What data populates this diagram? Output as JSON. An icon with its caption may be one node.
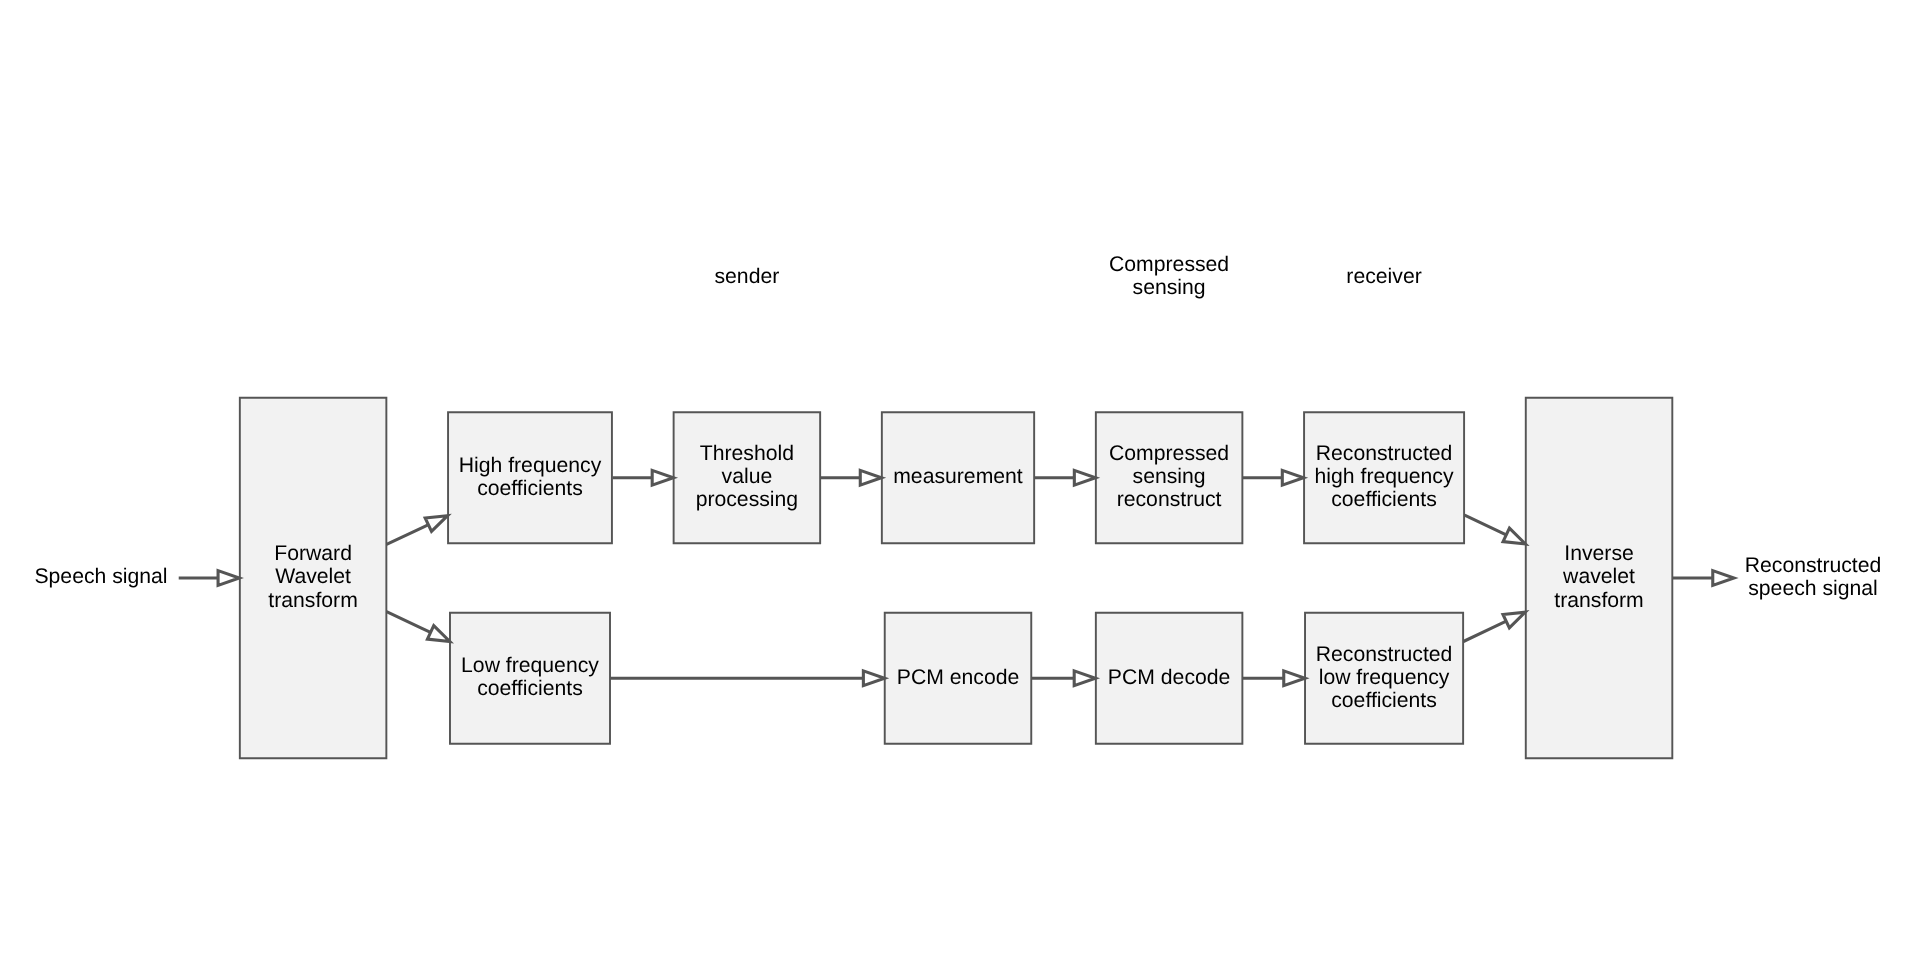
{
  "diagram": {
    "nodes": [
      {
        "text": [
          "Forward Wavelet transform"
        ]
      },
      {
        "text": [
          "High frequency coefficients"
        ]
      },
      {
        "text": [
          "Threshold value processing"
        ]
      },
      {
        "text": [
          "measurement"
        ]
      },
      {
        "text": [
          "Compressed sensing reconstruct"
        ]
      },
      {
        "text": [
          "Reconstructed high frequency coefficients"
        ]
      },
      {
        "text": [
          "Inverse wavelet transform"
        ]
      },
      {
        "text": [
          "Low frequency coefficients"
        ]
      },
      {
        "text": [
          "PCM encode"
        ]
      },
      {
        "text": [
          "PCM decode"
        ]
      },
      {
        "text": [
          "Reconstructed low frequency coefficients"
        ]
      },
      {
        "text": [
          "Speech signal"
        ]
      },
      {
        "text": [
          "Reconstructed speech signal"
        ]
      }
    ],
    "edges": [
      {
        "from": 11,
        "to": 0,
        "arrow": "to"
      },
      {
        "from": 0,
        "to": 1,
        "arrow": "to"
      },
      {
        "from": 1,
        "to": 2,
        "arrow": "to"
      },
      {
        "from": 2,
        "to": 3,
        "arrow": "to"
      },
      {
        "from": 3,
        "to": 4,
        "arrow": "to"
      },
      {
        "from": 4,
        "to": 5,
        "arrow": "to"
      },
      {
        "from": 5,
        "to": 6,
        "arrow": "to"
      },
      {
        "from": 0,
        "to": 7,
        "arrow": "to"
      },
      {
        "from": 7,
        "to": 8,
        "arrow": "to"
      },
      {
        "from": 8,
        "to": 9,
        "arrow": "to"
      },
      {
        "from": 9,
        "to": 10,
        "arrow": "to"
      },
      {
        "from": 10,
        "to": 6,
        "arrow": "to"
      },
      {
        "from": 6,
        "to": 12,
        "arrow": "to"
      }
    ],
    "labels": [
      "Compressed sensing",
      "sender",
      "receiver"
    ]
  }
}
